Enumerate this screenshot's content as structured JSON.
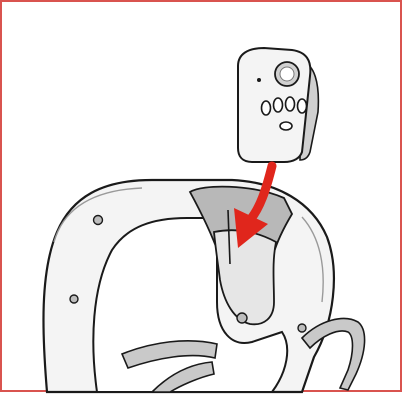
{
  "illustration": {
    "kind": "installation-diagram",
    "parts": [
      "remote-control",
      "insertion-arrow",
      "holder-cradle",
      "strap"
    ],
    "colors": {
      "frame": "#d9534f",
      "outline": "#1a1a1a",
      "body_fill": "#f4f4f4",
      "shade": "#d0d0d0",
      "slot_fill": "#b8b8b8",
      "arrow": "#e0261c",
      "strap_fill": "#c9c9c9"
    },
    "icons": {
      "remote_buttons": [
        "round-top-button-icon",
        "oval-button-icon",
        "small-dot-icon"
      ],
      "arrow": "curved-down-arrow-icon"
    }
  }
}
